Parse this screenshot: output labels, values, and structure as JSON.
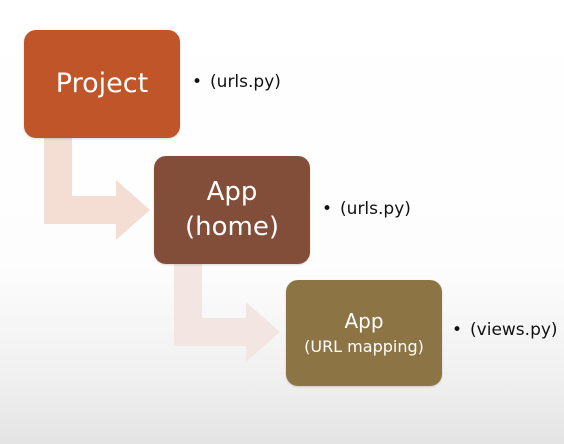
{
  "diagram": {
    "nodes": [
      {
        "id": "project",
        "title": "Project",
        "subtitle": "",
        "note": "(urls.py)"
      },
      {
        "id": "home",
        "title": "App",
        "subtitle": "(home)",
        "note": "(urls.py)"
      },
      {
        "id": "mapping",
        "title": "App",
        "subtitle": "(URL mapping)",
        "note": "(views.py)"
      }
    ],
    "edges": [
      {
        "from": "project",
        "to": "home"
      },
      {
        "from": "home",
        "to": "mapping"
      }
    ],
    "bullet": "•",
    "colors": {
      "project": "#c0552a",
      "home": "#834e39",
      "mapping": "#8d7444",
      "connector_1": "#f4ddd3",
      "connector_2": "#f3e6e2",
      "text_on_box": "#ffffff",
      "note_text": "#111111"
    }
  }
}
